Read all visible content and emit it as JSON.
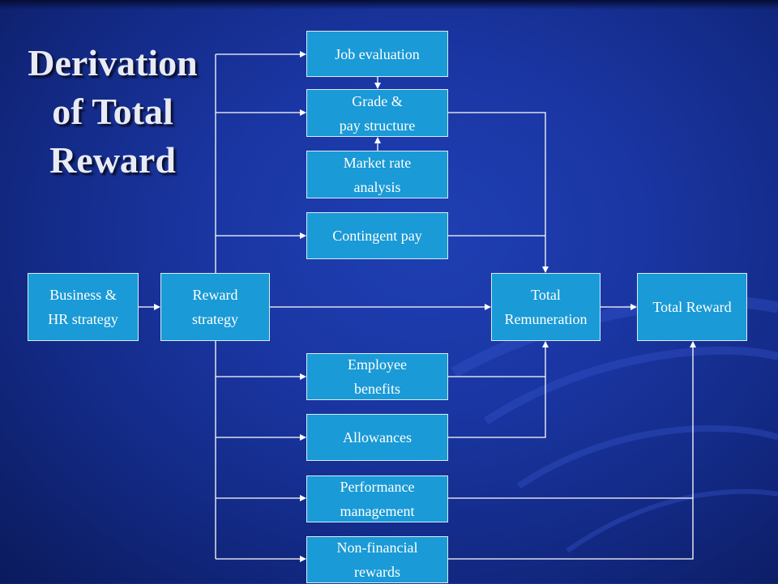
{
  "title": {
    "line1": "Derivation",
    "line2": "of Total",
    "line3": "Reward"
  },
  "nodes": {
    "business_hr_strategy": "Business &\nHR strategy",
    "reward_strategy": "Reward\nstrategy",
    "job_evaluation": "Job evaluation",
    "grade_pay_structure": "Grade &\npay structure",
    "market_rate_analysis": "Market rate\nanalysis",
    "contingent_pay": "Contingent pay",
    "total_remuneration": "Total\nRemuneration",
    "total_reward": "Total Reward",
    "employee_benefits": "Employee\nbenefits",
    "allowances": "Allowances",
    "performance_management": "Performance\nmanagement",
    "non_financial_rewards": "Non-financial\nrewards"
  },
  "colors": {
    "node_fill": "#1a9ad6",
    "background": "#1a36a3",
    "title": "#e8ebf5"
  }
}
